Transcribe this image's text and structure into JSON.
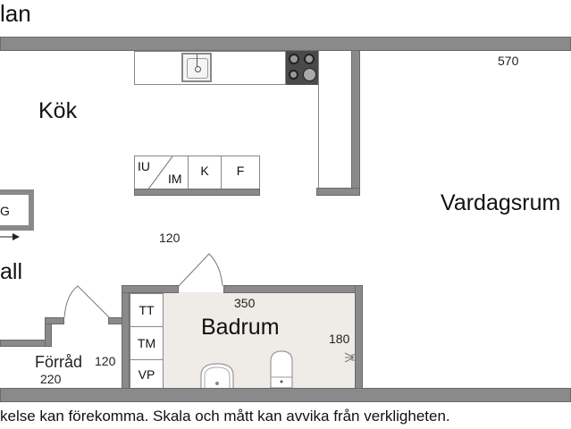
{
  "title": "lan",
  "rooms": {
    "kitchen": "Kök",
    "living_room": "Vardagsrum",
    "hall": "all",
    "bathroom": "Badrum",
    "storage": "Förråd"
  },
  "dimensions": {
    "living_width": "570",
    "hall_width": "120",
    "bath_width": "350",
    "bath_depth": "180",
    "storage_width": "120",
    "storage_depth": "220"
  },
  "kitchen_appliances": {
    "iu": "IU",
    "im": "IM",
    "k": "K",
    "f": "F"
  },
  "bath_fixtures": {
    "tt": "TT",
    "tm": "TM",
    "vp": "VP"
  },
  "wardrobe_label": "G",
  "disclaimer": "kelse kan förekomma. Skala och mått kan avvika från verkligheten.",
  "colors": {
    "wall": "#8a8a8a",
    "bath_floor": "#efebe7",
    "stove": "#4a4a4a"
  }
}
